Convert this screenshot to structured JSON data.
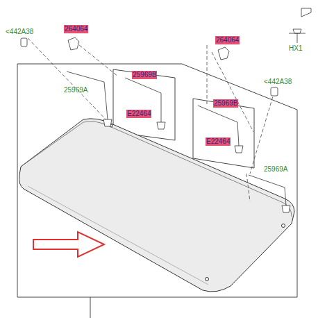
{
  "diagram": {
    "labels": [
      "<442A38",
      "264064",
      "264064",
      "HX1",
      "25969A",
      "25969B",
      "<442A38",
      "25969B",
      "E22464",
      "E22464",
      "25969A"
    ]
  }
}
